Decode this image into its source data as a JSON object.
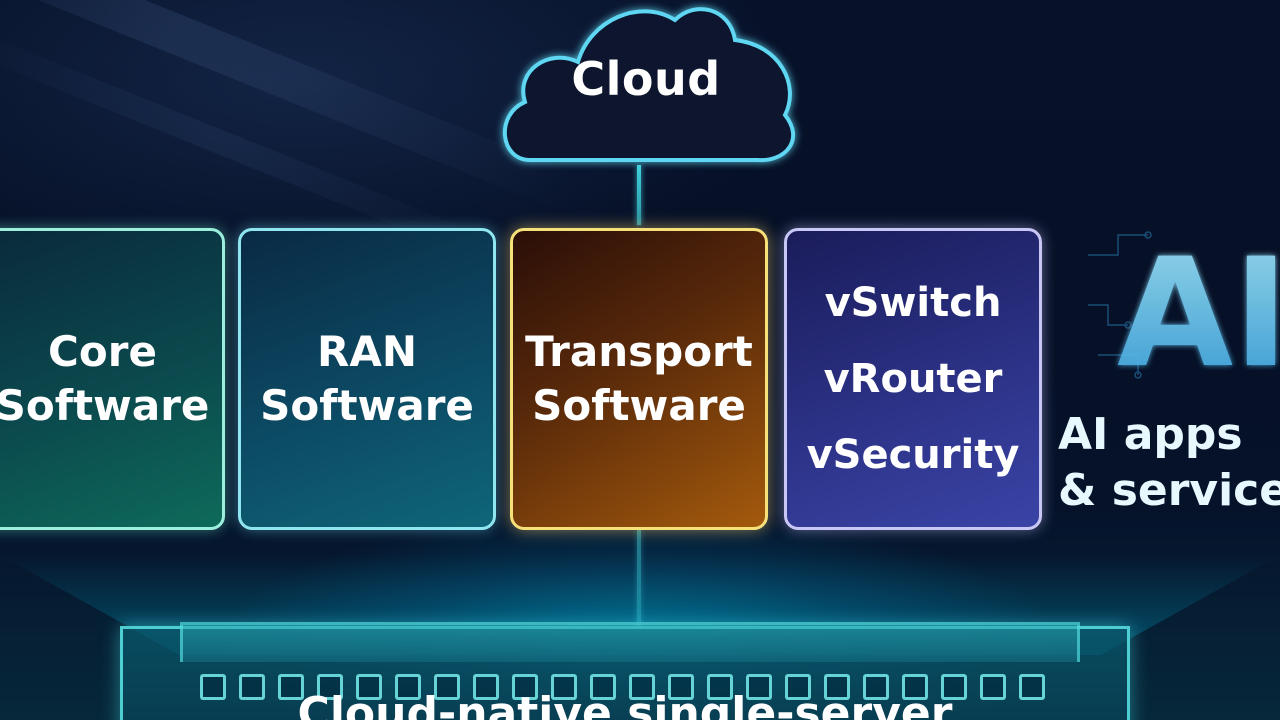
{
  "cloud": {
    "label": "Cloud"
  },
  "modules": [
    {
      "line1": "Core",
      "line2": "Software"
    },
    {
      "line1": "RAN",
      "line2": "Software"
    },
    {
      "line1": "Transport",
      "line2": "Software"
    }
  ],
  "virtual_functions": [
    "vSwitch",
    "vRouter",
    "vSecurity"
  ],
  "ai": {
    "logo_text": "AI",
    "line1": "AI apps",
    "line2": "& services"
  },
  "server": {
    "label": "Cloud-native single-server"
  },
  "colors": {
    "core_border": "#9cefdc",
    "ran_border": "#8fe6f0",
    "transport_border": "#f6e07a",
    "vnet_border": "#c9c7f6",
    "glow": "#46e6f0"
  }
}
